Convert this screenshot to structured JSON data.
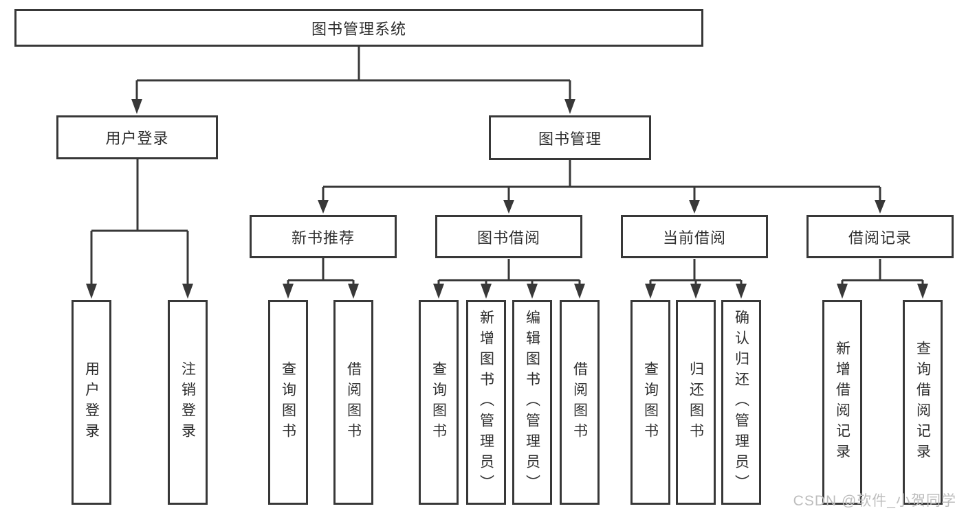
{
  "diagram": {
    "root": {
      "label": "图书管理系统"
    },
    "level2": [
      {
        "label": "用户登录",
        "leaves": [
          {
            "label": "用户登录"
          },
          {
            "label": "注销登录"
          }
        ]
      },
      {
        "label": "图书管理",
        "children": [
          {
            "label": "新书推荐",
            "leaves": [
              {
                "label": "查询图书"
              },
              {
                "label": "借阅图书"
              }
            ]
          },
          {
            "label": "图书借阅",
            "leaves": [
              {
                "label": "查询图书"
              },
              {
                "label": "新增图书（管理员）"
              },
              {
                "label": "编辑图书（管理员）"
              },
              {
                "label": "借阅图书"
              }
            ]
          },
          {
            "label": "当前借阅",
            "leaves": [
              {
                "label": "查询图书"
              },
              {
                "label": "归还图书"
              },
              {
                "label": "确认归还（管理员）"
              }
            ]
          },
          {
            "label": "借阅记录",
            "leaves": [
              {
                "label": "新增借阅记录"
              },
              {
                "label": "查询借阅记录"
              }
            ]
          }
        ]
      }
    ]
  },
  "watermark": {
    "text": "CSDN @软件_小贺同学"
  },
  "colors": {
    "line": "#383838",
    "text": "#2e2e2e",
    "watermark": "#bdbdbd",
    "background": "#ffffff"
  }
}
